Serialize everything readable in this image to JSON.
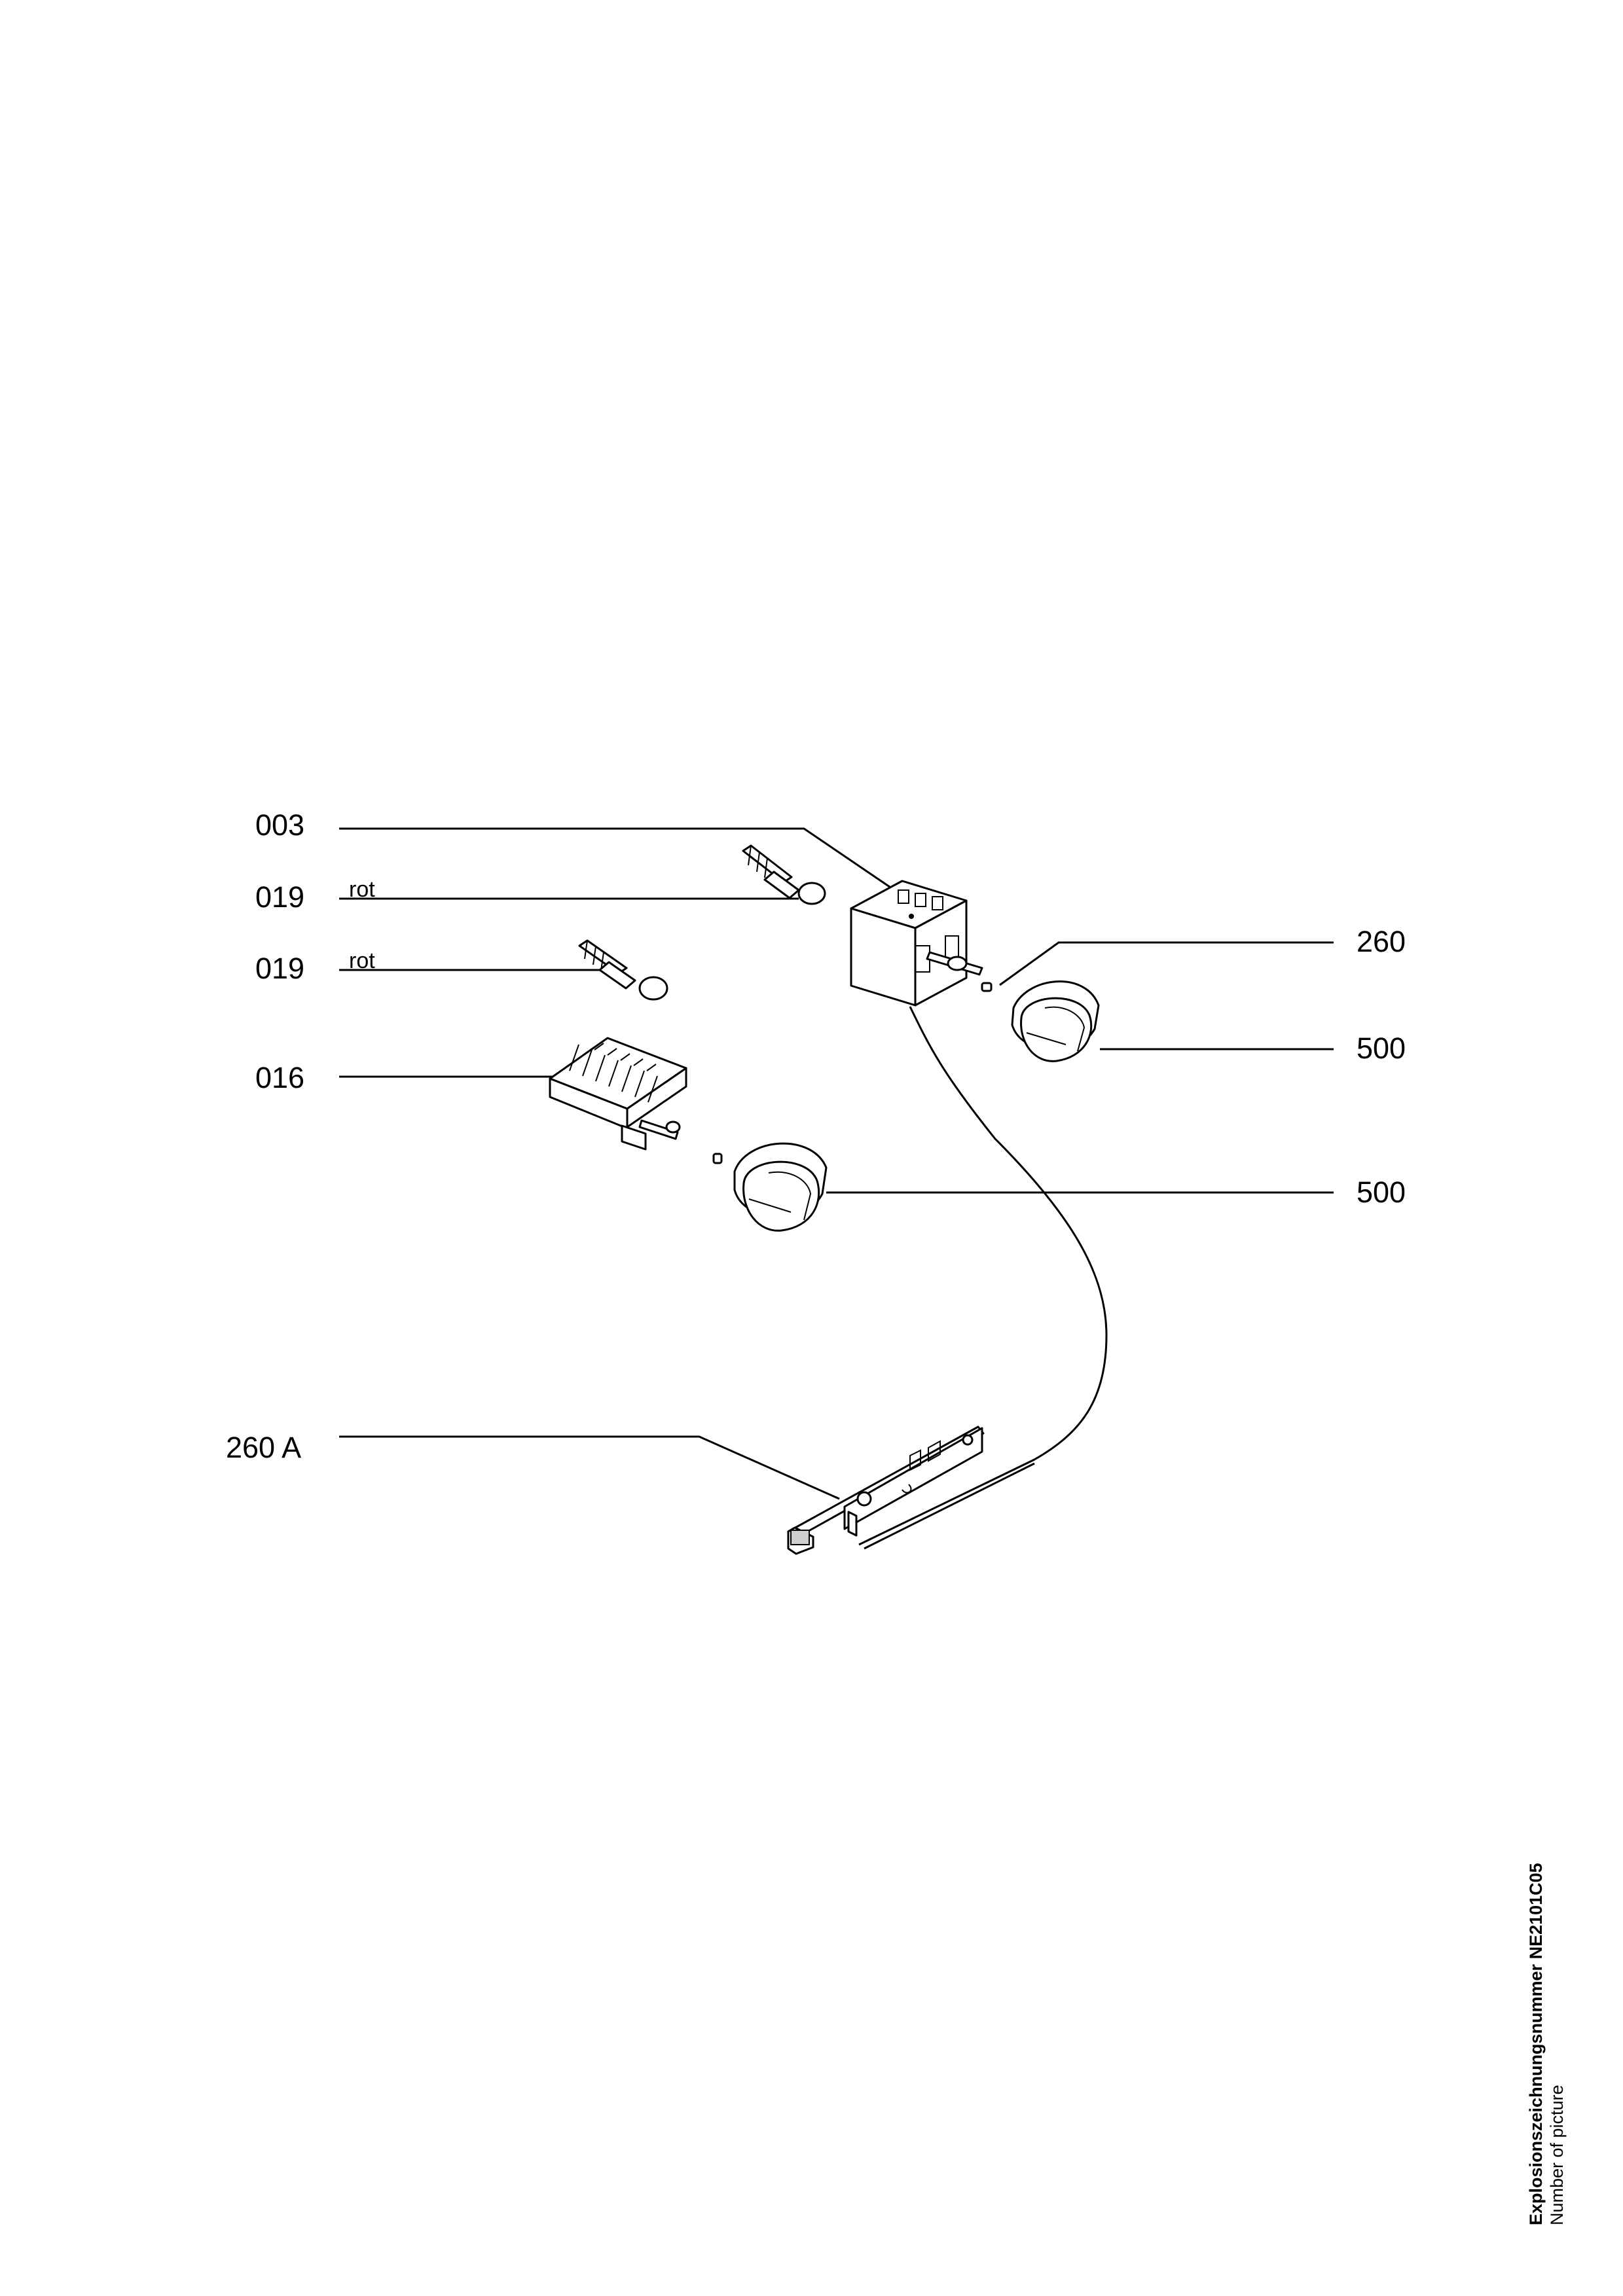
{
  "callouts": [
    {
      "id": "003",
      "text": "003"
    },
    {
      "id": "019a",
      "text": "019",
      "note": "rot"
    },
    {
      "id": "019b",
      "text": "019",
      "note": "rot"
    },
    {
      "id": "016",
      "text": "016"
    },
    {
      "id": "260",
      "text": "260"
    },
    {
      "id": "500a",
      "text": "500"
    },
    {
      "id": "500b",
      "text": "500"
    },
    {
      "id": "260A",
      "text": "260 A"
    }
  ],
  "footer": {
    "drawing_number_label": "Explosionszeichnungsnummer NE2101C05",
    "picture_number_label": "Number of picture"
  }
}
